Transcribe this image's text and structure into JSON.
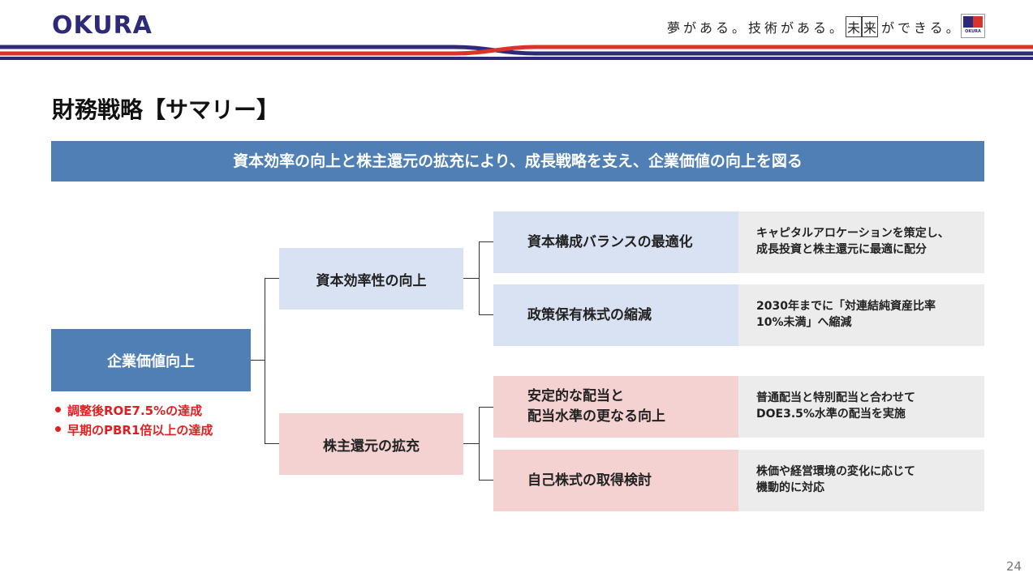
{
  "header": {
    "logo_text": "OKURA",
    "tagline_part1": "夢がある。技術がある。",
    "tagline_box1": "未",
    "tagline_box2": "来",
    "tagline_part2": "ができる。",
    "mini_logo_text": "OKURA"
  },
  "colors": {
    "navy": "#2e2a7a",
    "red": "#d9342b",
    "banner_blue": "#4f7fb4",
    "light_blue": "#d9e2f2",
    "light_pink": "#f5d2d2",
    "desc_gray": "#ececec",
    "target_red": "#e02020"
  },
  "title": "財務戦略【サマリー】",
  "banner": "資本効率の向上と株主還元の拡充により、成長戦略を支え、企業価値の向上を図る",
  "tree": {
    "root": "企業価値向上",
    "targets": [
      "調整後ROE7.5%の達成",
      "早期のPBR1倍以上の達成"
    ],
    "branches": [
      {
        "label": "資本効率性の向上",
        "children": [
          {
            "label": "資本構成バランスの最適化",
            "desc_line1": "キャピタルアロケーションを策定し、",
            "desc_line2": "成長投資と株主還元に最適に配分"
          },
          {
            "label": "政策保有株式の縮減",
            "desc_line1": "2030年までに「対連結純資産比率",
            "desc_line2": "10%未満」へ縮減"
          }
        ]
      },
      {
        "label": "株主還元の拡充",
        "children": [
          {
            "label_line1": "安定的な配当と",
            "label_line2": "配当水準の更なる向上",
            "desc_line1": "普通配当と特別配当と合わせて",
            "desc_line2": "DOE3.5%水準の配当を実施"
          },
          {
            "label": "自己株式の取得検討",
            "desc_line1": "株価や経営環境の変化に応じて",
            "desc_line2": "機動的に対応"
          }
        ]
      }
    ]
  },
  "page_number": "24"
}
